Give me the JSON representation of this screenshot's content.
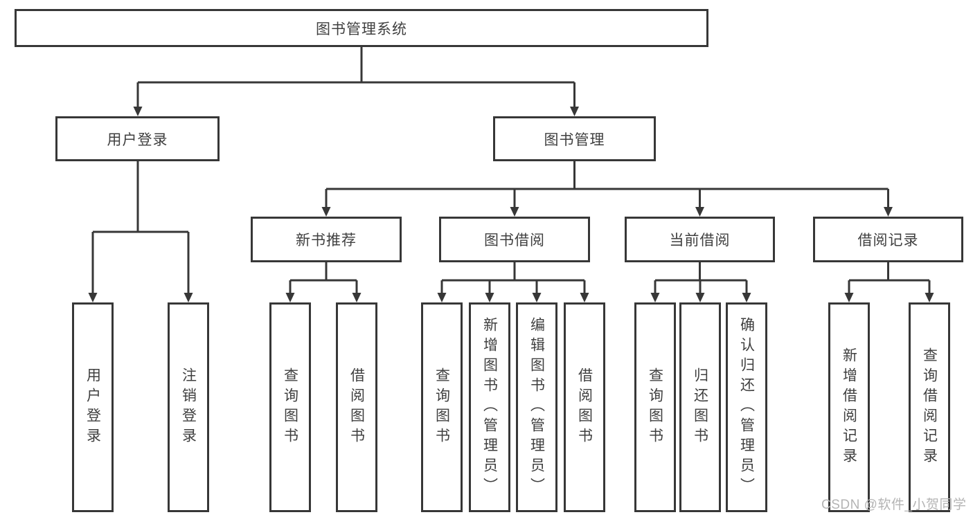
{
  "diagram": {
    "root": {
      "label": "图书管理系统"
    },
    "level2": [
      {
        "label": "用户登录"
      },
      {
        "label": "图书管理"
      }
    ],
    "level3": [
      {
        "label": "新书推荐"
      },
      {
        "label": "图书借阅"
      },
      {
        "label": "当前借阅"
      },
      {
        "label": "借阅记录"
      }
    ],
    "leaves": {
      "user_login": [
        {
          "label": "用户登录"
        },
        {
          "label": "注销登录"
        }
      ],
      "new_book": [
        {
          "label": "查询图书"
        },
        {
          "label": "借阅图书"
        }
      ],
      "book_borrow": [
        {
          "label": "查询图书"
        },
        {
          "label": "新增图书（管理员）"
        },
        {
          "label": "编辑图书（管理员）"
        },
        {
          "label": "借阅图书"
        }
      ],
      "current_borrow": [
        {
          "label": "查询图书"
        },
        {
          "label": "归还图书"
        },
        {
          "label": "确认归还（管理员）"
        }
      ],
      "borrow_records": [
        {
          "label": "新增借阅记录"
        },
        {
          "label": "查询借阅记录"
        }
      ]
    }
  },
  "watermark": {
    "text": "CSDN @软件_小贺同学"
  },
  "colors": {
    "line": "#373737",
    "text": "#3f3f3f",
    "watermark": "#b4b4b4",
    "background": "#ffffff"
  }
}
